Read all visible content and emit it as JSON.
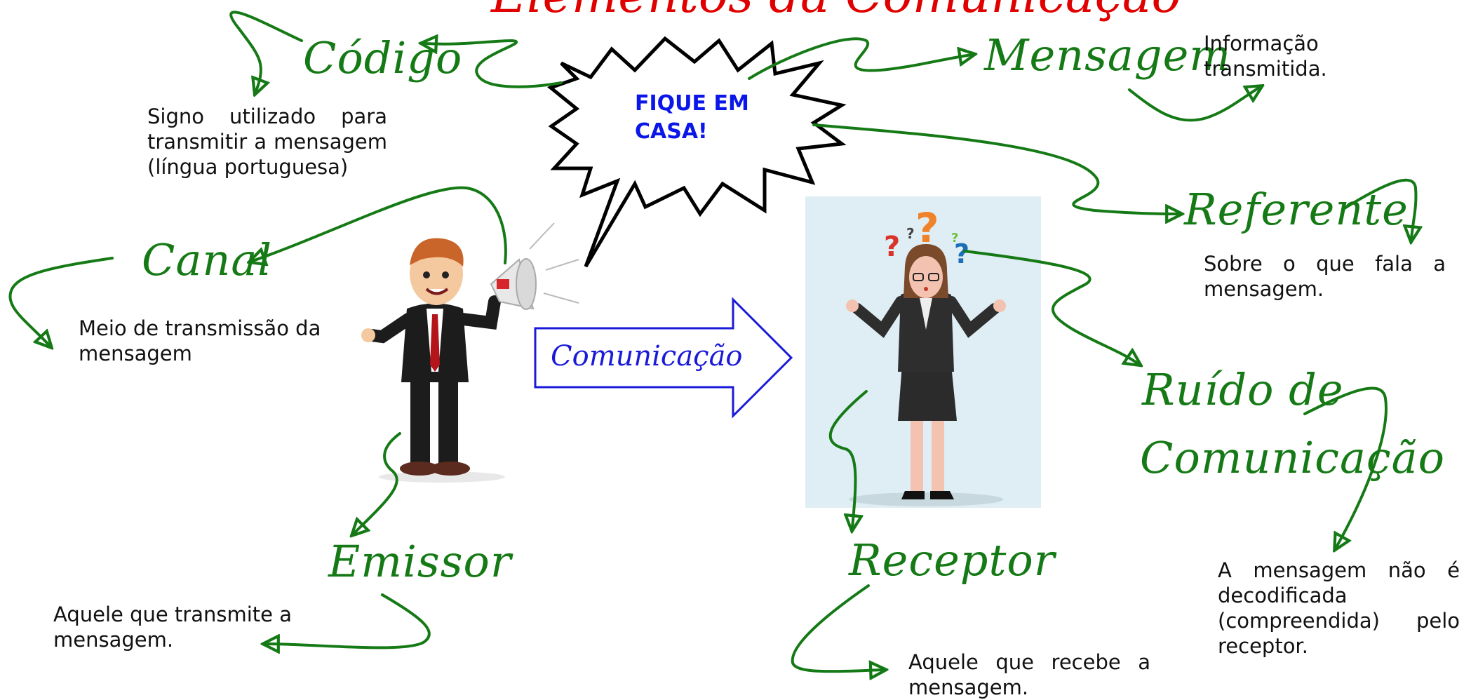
{
  "title": "Elementos da Comunicação",
  "bubble": {
    "text_line1": "FIQUE EM",
    "text_line2": "CASA!"
  },
  "center_arrow": {
    "label": "Comunicação"
  },
  "terms": {
    "codigo": {
      "label": "Código",
      "description": "Signo utilizado para transmitir a mensagem (língua portuguesa)"
    },
    "canal": {
      "label": "Canal",
      "description": "Meio de transmissão da mensagem"
    },
    "emissor": {
      "label": "Emissor",
      "description": "Aquele que transmite a mensagem."
    },
    "mensagem": {
      "label": "Mensagem",
      "description": "Informação transmitida."
    },
    "referente": {
      "label": "Referente",
      "description": "Sobre o que fala a mensagem."
    },
    "ruido": {
      "label_line1": "Ruído de",
      "label_line2": "Comunicação",
      "description": "A mensagem não é decodificada (compreendida) pelo receptor."
    },
    "receptor": {
      "label": "Receptor",
      "description": "Aquele que recebe a mensagem."
    }
  },
  "colors": {
    "connector": "#157a16",
    "title": "#e00000",
    "bubble_text": "#0a17e8",
    "arrow": "#1a1ad8"
  }
}
